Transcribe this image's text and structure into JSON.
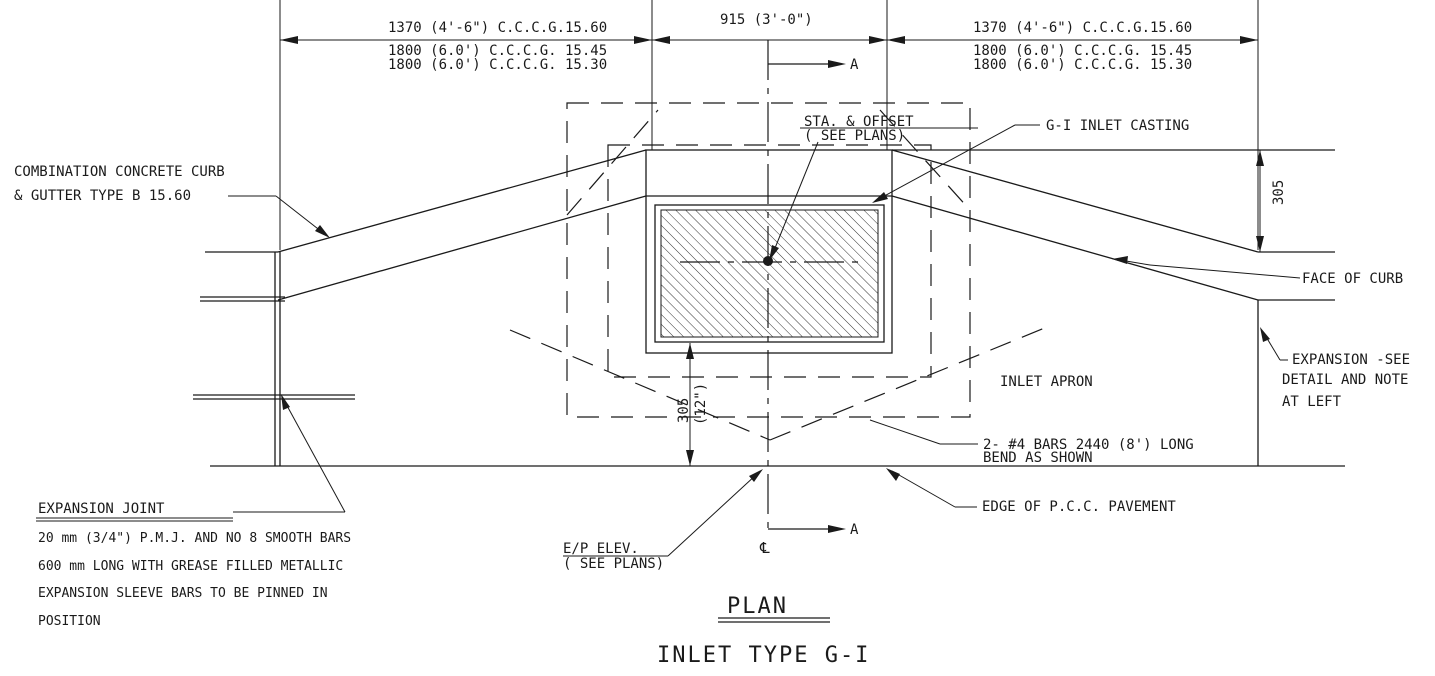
{
  "dimensions": {
    "top_left_line1": "1370  (4'-6\") C.C.C.G.15.60",
    "top_left_line2": "1800  (6.0') C.C.C.G. 15.45",
    "top_left_line3": "1800  (6.0') C.C.C.G. 15.30",
    "top_center": "915 (3'-0\")",
    "top_right_line1": "1370  (4'-6\") C.C.C.G.15.60",
    "top_right_line2": "1800  (6.0') C.C.C.G. 15.45",
    "top_right_line3": "1800  (6.0') C.C.C.G. 15.30",
    "right_vertical": "305",
    "apron_vertical_mm": "305",
    "apron_vertical_in": "(12\")"
  },
  "labels": {
    "section_a_top": "A",
    "section_a_bottom": "A",
    "sta_offset_line1": "STA. & OFFSET",
    "sta_offset_line2": "( SEE PLANS)",
    "inlet_casting": "G-I INLET CASTING",
    "curb_line1": "COMBINATION CONCRETE CURB",
    "curb_line2": "& GUTTER TYPE B 15.60",
    "face_of_curb": "FACE OF CURB",
    "expansion_line1": "EXPANSION -SEE",
    "expansion_line2": "DETAIL AND NOTE",
    "expansion_line3": "AT LEFT",
    "inlet_apron": "INLET APRON",
    "bars_line1": "2- #4 BARS 2440 (8') LONG",
    "bars_line2": "BEND AS SHOWN",
    "edge_pavement": "EDGE OF P.C.C. PAVEMENT",
    "ep_elev_line1": "E/P ELEV.",
    "ep_elev_line2": "( SEE PLANS)",
    "centerline": "℄"
  },
  "notes": {
    "heading": "EXPANSION JOINT",
    "line1": "20 mm (3/4\") P.M.J. AND NO 8 SMOOTH BARS",
    "line2": "600 mm LONG WITH GREASE FILLED METALLIC",
    "line3": "EXPANSION SLEEVE BARS TO BE PINNED IN",
    "line4": "POSITION"
  },
  "titles": {
    "view": "PLAN",
    "subtitle": "INLET TYPE G-I"
  }
}
